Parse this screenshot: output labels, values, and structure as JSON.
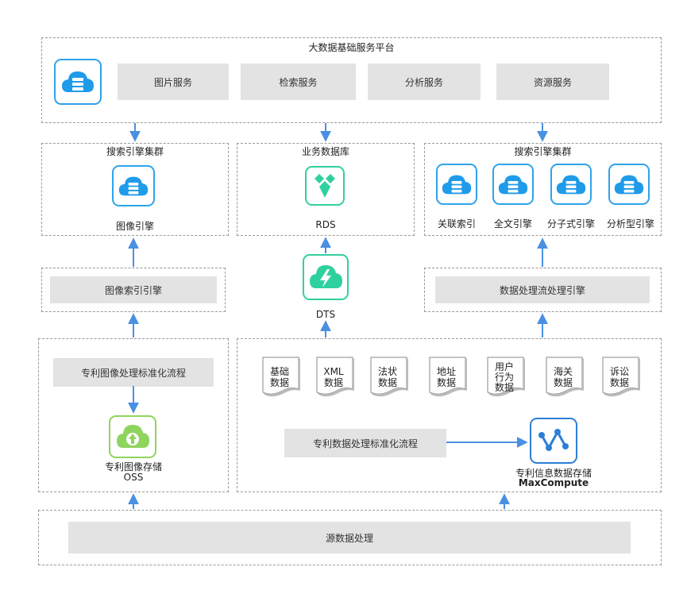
{
  "top_platform": {
    "title": "大数据基础服务平台",
    "services": [
      "图片服务",
      "检索服务",
      "分析服务",
      "资源服务"
    ]
  },
  "search_cluster_left": {
    "title": "搜索引擎集群",
    "engine_label": "图像引擎"
  },
  "business_db": {
    "title": "业务数据库",
    "rds_label": "RDS"
  },
  "search_cluster_right": {
    "title": "搜索引擎集群",
    "engines": [
      "关联索引",
      "全文引擎",
      "分子式引擎",
      "分析型引擎"
    ]
  },
  "image_index_engine": {
    "label": "图像索引引擎"
  },
  "dts": {
    "label": "DTS"
  },
  "data_stream_engine": {
    "label": "数据处理流处理引擎"
  },
  "image_process": {
    "flow_label": "专利图像处理标准化流程",
    "storage_label": "专利图像存储",
    "storage_sub": "OSS"
  },
  "data_process": {
    "docs": [
      "基础\n数据",
      "XML\n数据",
      "法状\n数据",
      "地址\n数据",
      "用户\n行为\n数据",
      "海关\n数据",
      "诉讼\n数据"
    ],
    "flow_label": "专利数据处理标准化流程",
    "storage_label": "专利信息数据存储",
    "storage_sub": "MaxCompute"
  },
  "source": {
    "label": "源数据处理"
  },
  "colors": {
    "arrow": "#4a90e2",
    "cloud": "#1f9bea",
    "oss_green": "#8fd45d",
    "rds_teal": "#2fd0a0",
    "box_gray": "#e3e3e3",
    "dash": "#9a9a9a"
  }
}
